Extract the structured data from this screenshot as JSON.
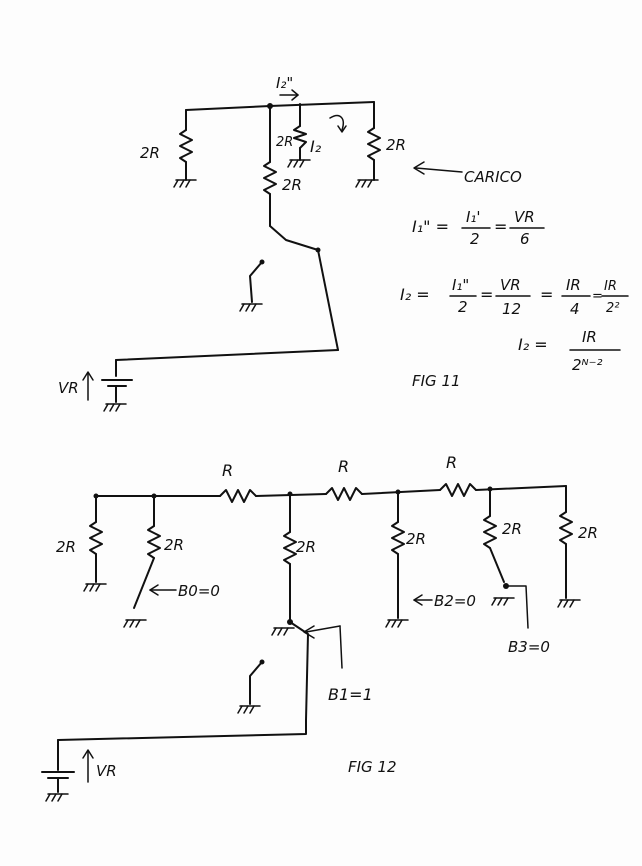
{
  "fig11": {
    "label_current_top": "I₂\"",
    "label_2r_left": "2R",
    "label_2r_inner": "2R",
    "label_i2": "I₂",
    "label_2r_right": "2R",
    "label_2r_series": "2R",
    "label_carico": "CARICO",
    "label_vr": "VR",
    "eq1_lhs": "I₁\" =",
    "eq1_mid": "I₁'",
    "eq1_mid_den": "2",
    "eq1_rhs": "VR",
    "eq1_rhs_den": "6",
    "eq2_lhs": "I₂ =",
    "eq2_a": "I₁\"",
    "eq2_a_den": "2",
    "eq2_b": "VR",
    "eq2_b_den": "12",
    "eq2_c": "IR",
    "eq2_c_den": "4",
    "eq2_d": "IR",
    "eq2_d_den": "2²",
    "eq3_lhs": "I₂ =",
    "eq3_num": "IR",
    "eq3_den": "2ᴺ⁻²",
    "caption": "FIG 11"
  },
  "fig12": {
    "label_r1": "R",
    "label_r2": "R",
    "label_r3": "R",
    "label_2r_a": "2R",
    "label_2r_b": "2R",
    "label_2r_c": "2R",
    "label_2r_d": "2R",
    "label_2r_e": "2R",
    "label_2r_f": "2R",
    "label_b0": "B0=0",
    "label_b1": "B1=1",
    "label_b2": "B2=0",
    "label_b3": "B3=0",
    "label_vr": "VR",
    "caption": "FIG 12"
  }
}
